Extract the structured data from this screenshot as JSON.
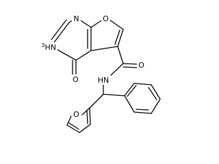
{
  "diagram": {
    "type": "chemical-structure",
    "colors": {
      "background": "#ffffff",
      "bond": "#000000",
      "label": "#000000"
    },
    "atom_labels": [
      {
        "key": "n_top",
        "text": "N"
      },
      {
        "key": "o_furan_fused",
        "text": "O"
      },
      {
        "key": "nh_ring",
        "text": "HN",
        "subscript": "3"
      },
      {
        "key": "o_keto",
        "text": "O"
      },
      {
        "key": "o_amide",
        "text": "O"
      },
      {
        "key": "n_amide",
        "text": "HN"
      },
      {
        "key": "o_furyl",
        "text": "O"
      }
    ]
  }
}
